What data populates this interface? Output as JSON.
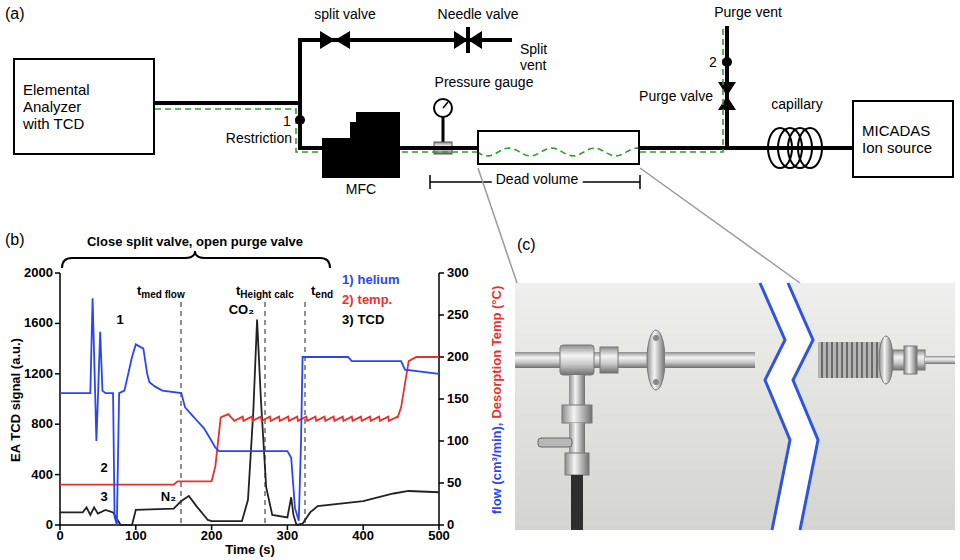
{
  "diagram": {
    "nodes": [
      {
        "text": [
          "Elemental Analyzer with TCD"
        ]
      },
      {
        "text": [
          "MFC"
        ]
      },
      {
        "text": [
          "Dead volume"
        ]
      },
      {
        "text": [
          "MICADAS Ion source"
        ]
      }
    ],
    "edges": [
      {
        "from": 0,
        "to": 1,
        "arrow": "none"
      },
      {
        "from": 1,
        "to": 2,
        "arrow": "none"
      },
      {
        "from": 2,
        "to": 3,
        "arrow": "none"
      }
    ],
    "labels": [
      "(a)",
      "split valve",
      "Needle valve",
      "Split vent",
      "Purge vent",
      "2",
      "Pressure gauge",
      "Purge valve",
      "capillary",
      "1",
      "Restriction",
      "(b)",
      "(c)",
      "Close split valve, open purge valve",
      "t",
      "med flow",
      "t",
      "Height calc",
      "t",
      "end",
      "CO₂",
      "N₂",
      "1)",
      "helium",
      "2)",
      "temp.",
      "3)",
      "TCD",
      "1",
      "2",
      "3",
      "EA TCD signal (a.u.)",
      "Time (s)",
      "flow (cm³/min),",
      "Desorption Temp (°C)",
      "0",
      "400",
      "800",
      "1200",
      "1600",
      "2000",
      "0",
      "50",
      "100",
      "150",
      "200",
      "250",
      "300",
      "0",
      "100",
      "200",
      "300",
      "400",
      "500"
    ]
  }
}
